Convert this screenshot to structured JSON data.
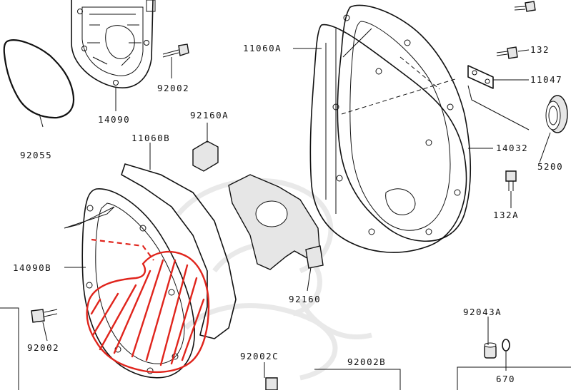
{
  "labels": {
    "p92055": "92055",
    "p14090": "14090",
    "p92002_top": "92002",
    "p11060A": "11060A",
    "p132_top": "132",
    "p11047": "11047",
    "p92160A": "92160A",
    "p11060B": "11060B",
    "p14032": "14032",
    "p5200": "5200",
    "p132A": "132A",
    "p14090B": "14090B",
    "p92160": "92160",
    "p92002_left": "92002",
    "p92043A": "92043A",
    "p92002C": "92002C",
    "p92002B": "92002B",
    "p670": "670"
  },
  "colors": {
    "line": "#111111",
    "markup": "#e0241c",
    "part_fill": "#e6e6e6",
    "watermark": "#e9e9e9"
  }
}
